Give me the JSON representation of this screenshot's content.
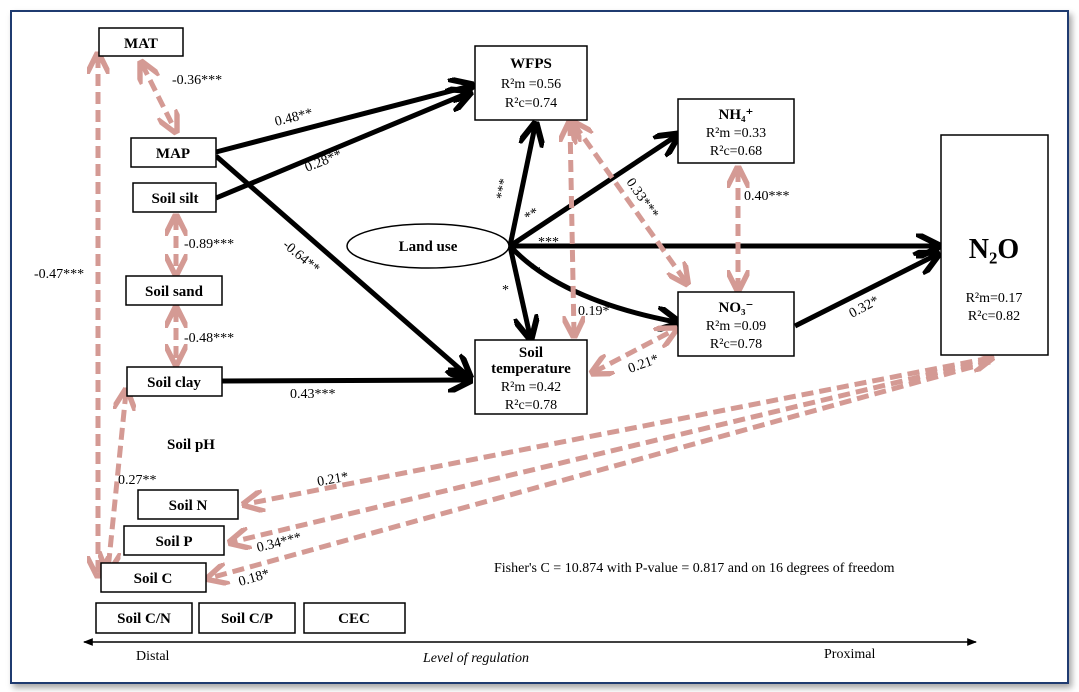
{
  "nodes": {
    "mat": "MAT",
    "map": "MAP",
    "soil_silt": "Soil silt",
    "soil_sand": "Soil sand",
    "soil_clay": "Soil clay",
    "soil_ph": "Soil pH",
    "soil_n": "Soil N",
    "soil_p": "Soil P",
    "soil_c": "Soil C",
    "soil_cn": "Soil C/N",
    "soil_cp": "Soil C/P",
    "cec": "CEC",
    "land_use": "Land use",
    "wfps": {
      "title": "WFPS",
      "r2m": "R²m =0.56",
      "r2c": "R²c=0.74"
    },
    "nh4": {
      "title": "NH₄⁺",
      "r2m": "R²m =0.33",
      "r2c": "R²c=0.68"
    },
    "no3": {
      "title": "NO₃⁻",
      "r2m": "R²m =0.09",
      "r2c": "R²c=0.78"
    },
    "soil_temp": {
      "title1": "Soil",
      "title2": "temperature",
      "r2m": "R²m =0.42",
      "r2c": "R²c=0.78"
    },
    "n2o": {
      "title": "N₂O",
      "r2m": "R²m=0.17",
      "r2c": "R²c=0.82"
    }
  },
  "paths": {
    "mat_map": "-0.36***",
    "map_wfps": "0.48**",
    "silt_wfps": "0.28**",
    "map_temp": "-0.64**",
    "silt_sand": "-0.89***",
    "sand_clay": "-0.48***",
    "mat_soilc": "-0.47***",
    "clay_temp": "0.43***",
    "clay_soilc": "0.27**",
    "lu_wfps": "***",
    "lu_nh4": "**",
    "lu_n2o": "***",
    "lu_no3": "**",
    "lu_temp": "*",
    "wfps_no3": "0.33***",
    "wfps_temp": "0.19*",
    "nh4_no3": "0.40***",
    "temp_no3": "0.21*",
    "no3_n2o": "0.32*",
    "n2o_soiln": "0.21*",
    "n2o_soilp": "0.34***",
    "n2o_soilc": "0.18*"
  },
  "fisher": "Fisher's C = 10.874  with P-value = 0.817 and on 16 degrees of freedom",
  "axis": {
    "left": "Distal",
    "center": "Level of regulation",
    "right": "Proximal"
  },
  "colors": {
    "positive_path": "#000000",
    "correlation_path": "#d49a94",
    "frame": "#1f3b70"
  }
}
